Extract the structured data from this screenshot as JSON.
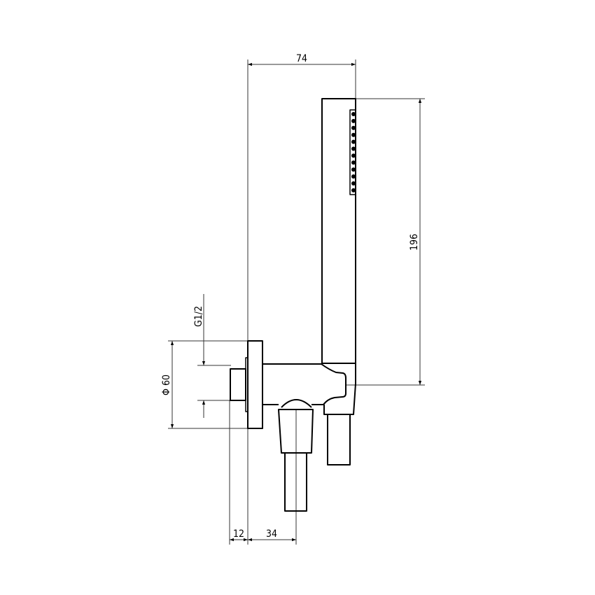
{
  "dimensions": {
    "width_total": "74",
    "handle_height": "196",
    "thread": "G1/2",
    "flange_diameter": "Φ 60",
    "thread_depth": "12",
    "outlet_offset": "34"
  },
  "colors": {
    "line": "#000000",
    "background": "#ffffff"
  }
}
